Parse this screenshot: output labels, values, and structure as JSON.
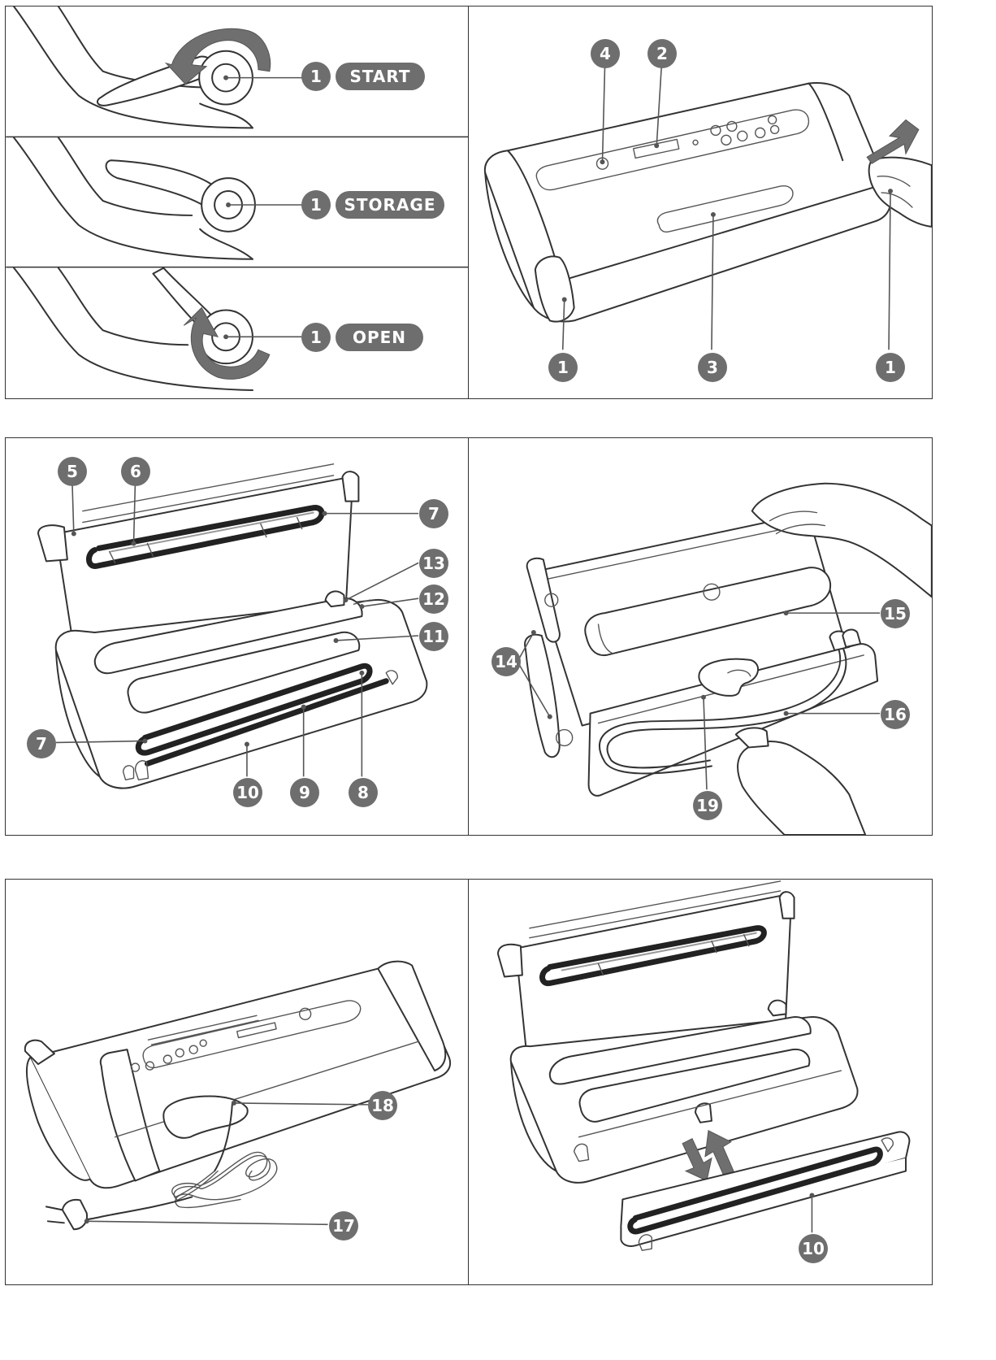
{
  "lever_positions": [
    {
      "callout": "1",
      "label": "START"
    },
    {
      "callout": "1",
      "label": "STORAGE"
    },
    {
      "callout": "1",
      "label": "OPEN"
    }
  ],
  "front_view": {
    "callouts": [
      "4",
      "2",
      "1",
      "3",
      "1"
    ]
  },
  "open_view": {
    "callouts": [
      "5",
      "6",
      "7",
      "13",
      "12",
      "11",
      "7",
      "10",
      "9",
      "8"
    ]
  },
  "lid_view": {
    "callouts": [
      "14",
      "15",
      "16",
      "19"
    ]
  },
  "rear_view": {
    "callouts": [
      "18",
      "17"
    ]
  },
  "tray_view": {
    "callouts": [
      "10"
    ]
  }
}
